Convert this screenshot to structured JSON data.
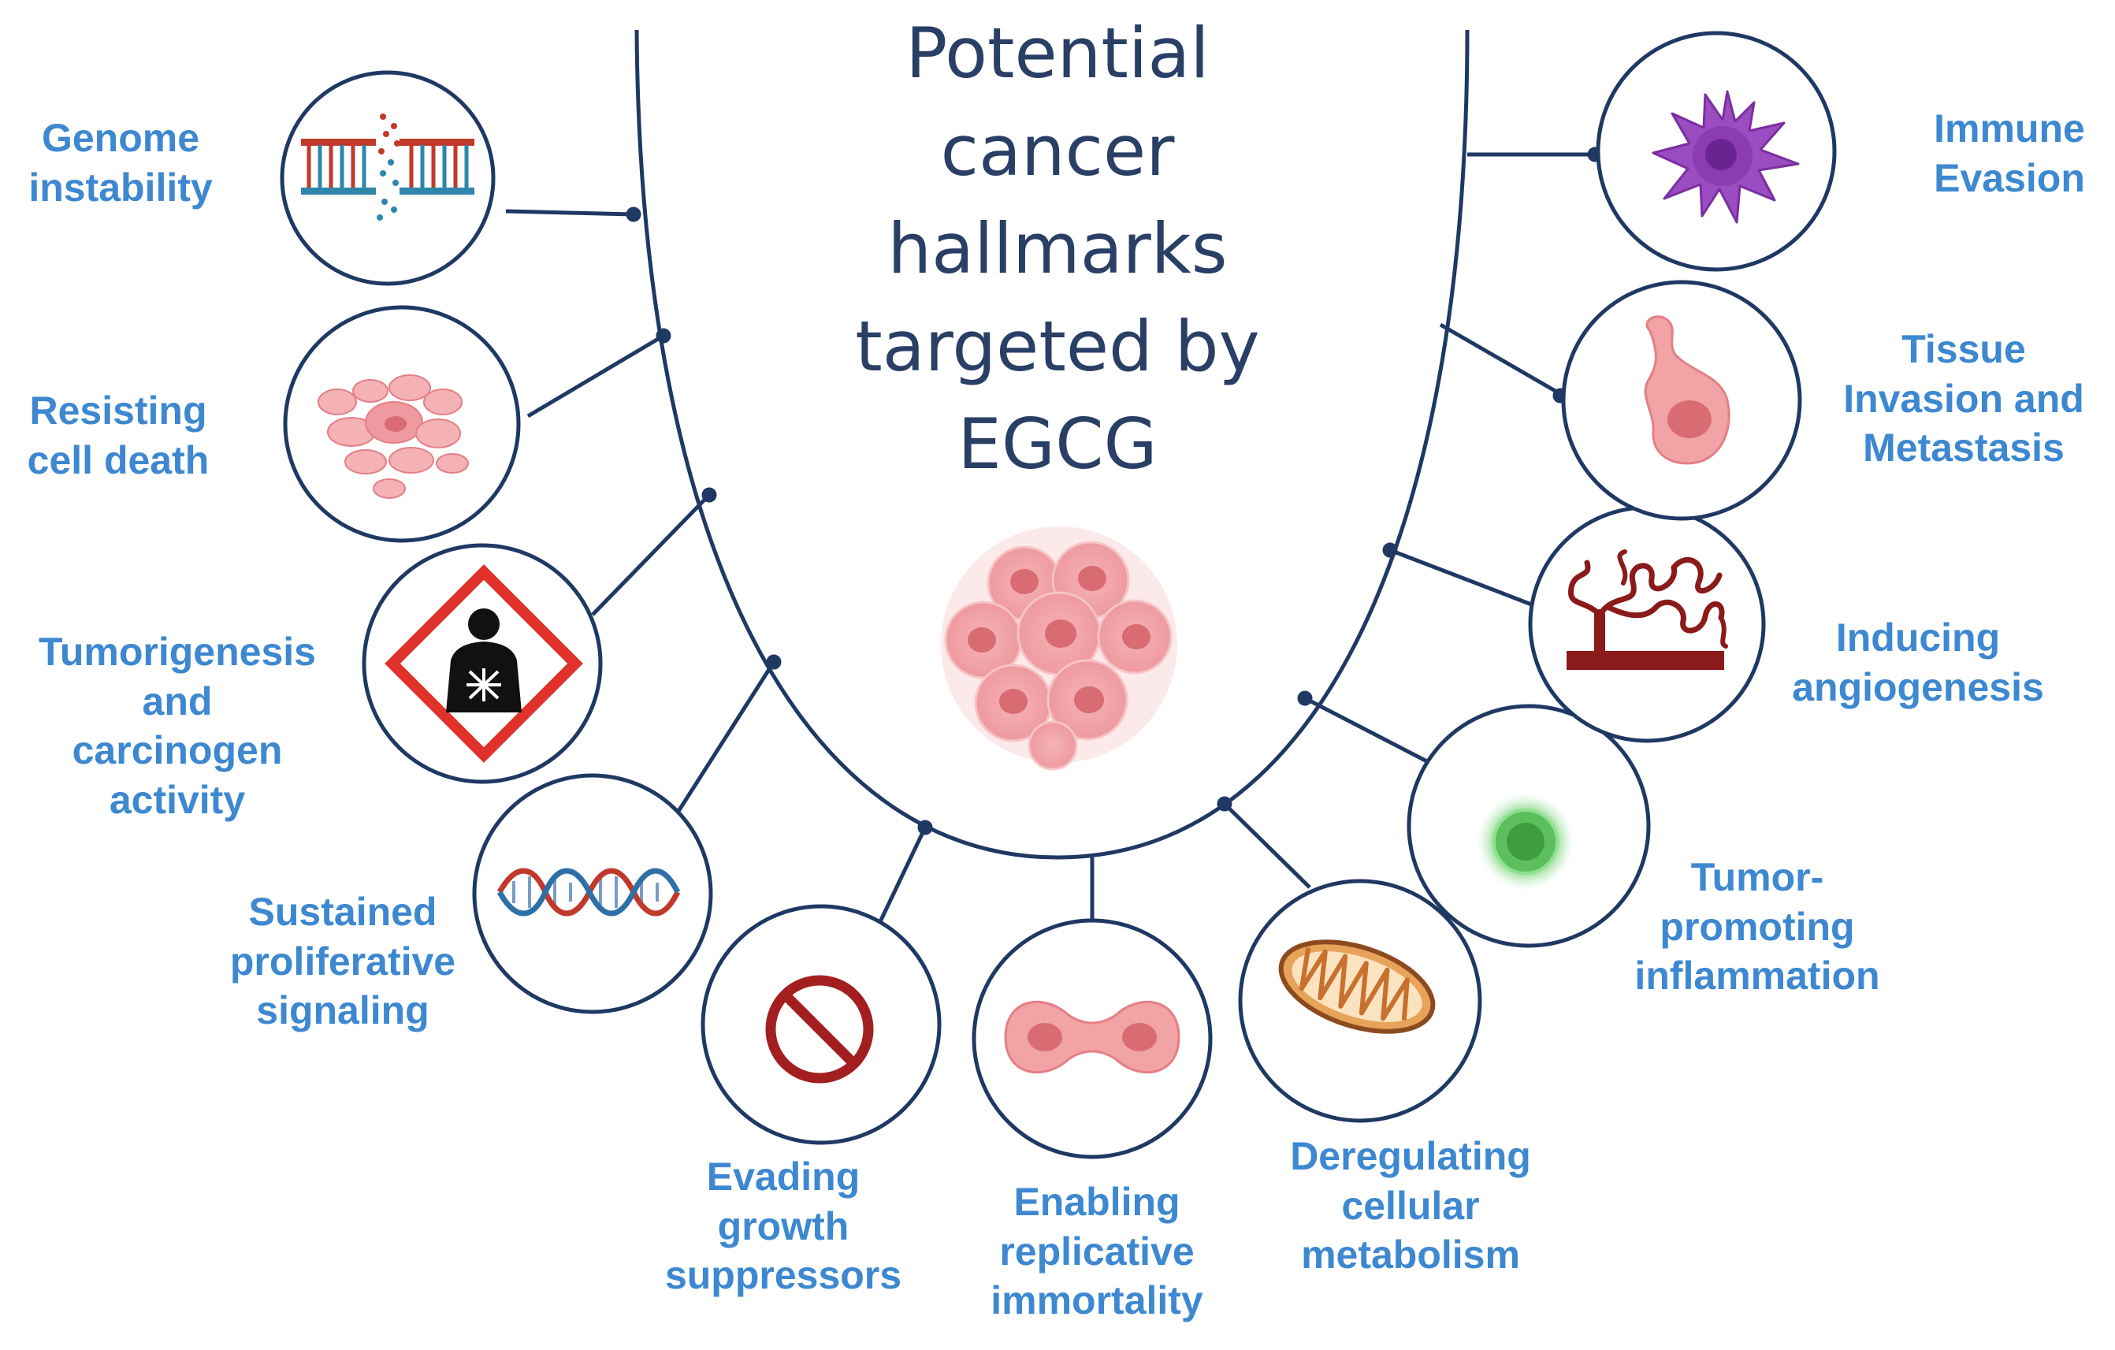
{
  "title": {
    "lines": [
      "Potential",
      "cancer",
      "hallmarks",
      "targeted by",
      "EGCG"
    ]
  },
  "hallmarks": {
    "genome_instability": {
      "lines": [
        "Genome",
        "instability"
      ],
      "icon": "dna-break-icon"
    },
    "resisting_cell_death": {
      "lines": [
        "Resisting",
        "cell death"
      ],
      "icon": "cell-cluster-icon"
    },
    "tumorigenesis": {
      "lines": [
        "Tumorigenesis",
        "and",
        "carcinogen",
        "activity"
      ],
      "icon": "carcinogen-hazard-icon"
    },
    "sustained_proliferative": {
      "lines": [
        "Sustained",
        "proliferative",
        "signaling"
      ],
      "icon": "dna-helix-icon"
    },
    "evading_growth": {
      "lines": [
        "Evading",
        "growth",
        "suppressors"
      ],
      "icon": "prohibition-icon"
    },
    "replicative_immortality": {
      "lines": [
        "Enabling",
        "replicative",
        "immortality"
      ],
      "icon": "dividing-cell-icon"
    },
    "cellular_metabolism": {
      "lines": [
        "Deregulating",
        "cellular",
        "metabolism"
      ],
      "icon": "mitochondrion-icon"
    },
    "inflammation": {
      "lines": [
        "Tumor-",
        "promoting",
        "inflammation"
      ],
      "icon": "glowing-cell-icon"
    },
    "angiogenesis": {
      "lines": [
        "Inducing",
        "angiogenesis"
      ],
      "icon": "blood-vessel-icon"
    },
    "invasion_metastasis": {
      "lines": [
        "Tissue",
        "Invasion and",
        "Metastasis"
      ],
      "icon": "migrating-cell-icon"
    },
    "immune_evasion": {
      "lines": [
        "Immune",
        "Evasion"
      ],
      "icon": "immune-cell-icon"
    }
  },
  "center_icon": "tumor-cells-icon",
  "colors": {
    "outline": "#1f3864",
    "label": "#3d88d0",
    "title": "#2a3f66",
    "cell_pink": "#f2a3a6",
    "cell_core": "#d96b72",
    "hazard_red": "#e0312b",
    "prohibit_red": "#a31f1f",
    "vessel": "#8b1a1a",
    "immune_purple": "#8e3fae",
    "glow_green": "#4cae4c"
  }
}
